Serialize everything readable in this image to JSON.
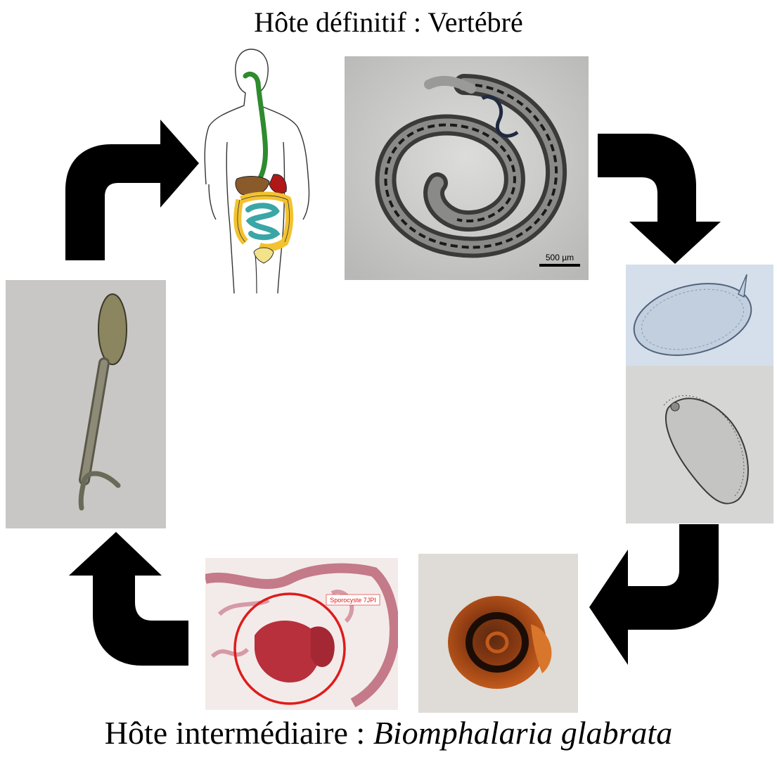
{
  "header": {
    "host_label": "Hôte définitif : Vertébré"
  },
  "footer": {
    "host_label_prefix": "Hôte intermédiaire : ",
    "host_species": "Biomphalaria glabrata"
  },
  "panels": {
    "adult_worm": {
      "scale_bar_text": "500 µm"
    },
    "histology": {
      "annotation_text": "Sporocyste 7JPI"
    }
  },
  "colors": {
    "arrow": "#000000",
    "highlight_circle": "#e01b1b",
    "esophagus": "#2e8b2e",
    "colon": "#f2c230",
    "small_intestine": "#3aa6a6",
    "liver": "#8b5a2b",
    "spleen": "#b01818"
  },
  "icons": {
    "cycle_arrows": "curved-arrow-icon"
  }
}
